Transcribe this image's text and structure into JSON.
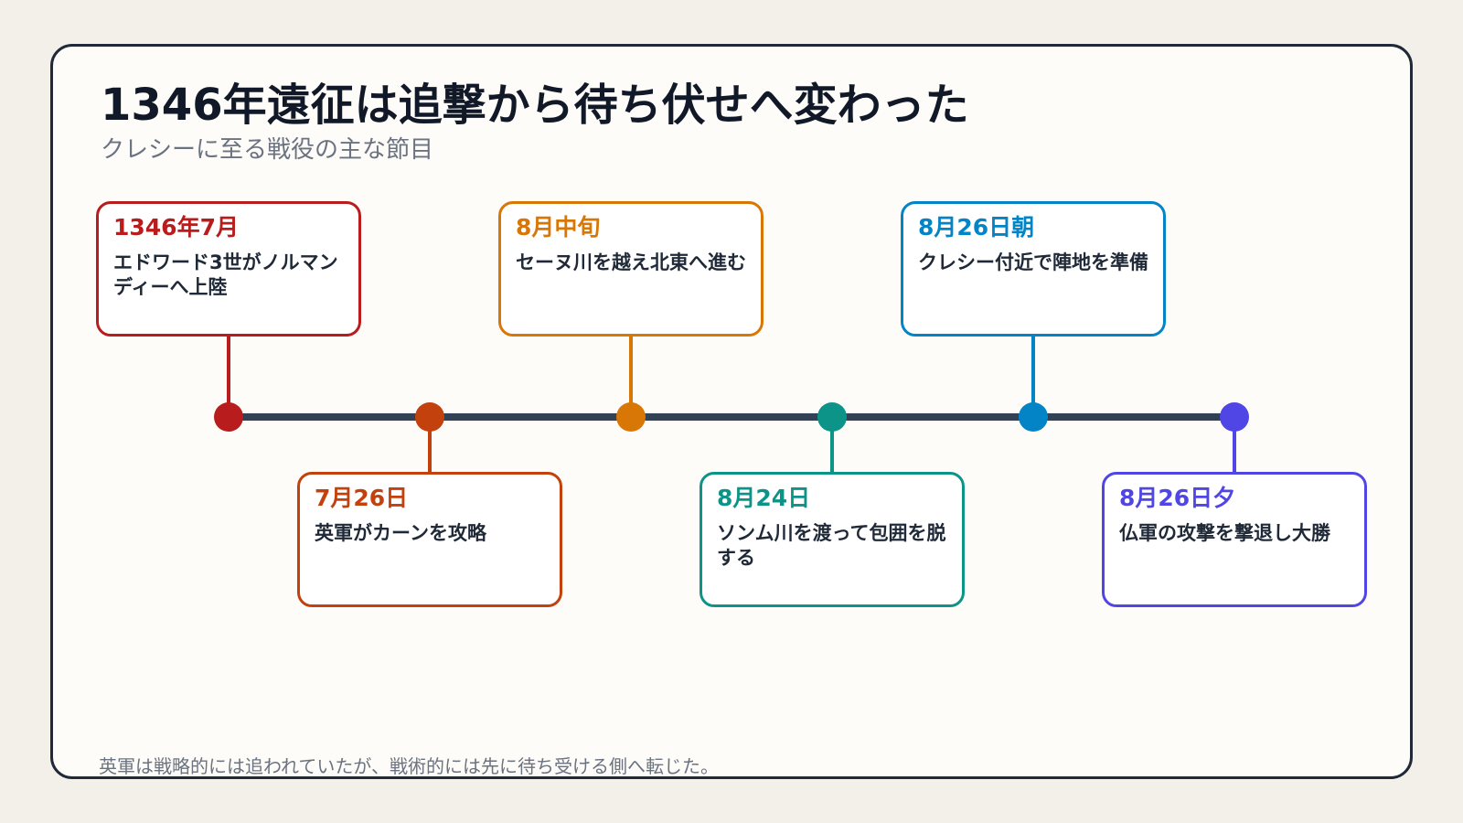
{
  "title": "1346年遠征は追撃から待ち伏せへ変わった",
  "subtitle": "クレシーに至る戦役の主な節目",
  "footnote": "英軍は戦略的には追われていたが、戦術的には先に待ち受ける側へ転じた。",
  "events": [
    {
      "date": "1346年7月",
      "text": "エドワード3世がノルマンディーへ上陸",
      "color": "#b91c1c",
      "side": "above"
    },
    {
      "date": "7月26日",
      "text": "英軍がカーンを攻略",
      "color": "#c2410c",
      "side": "below"
    },
    {
      "date": "8月中旬",
      "text": "セーヌ川を越え北東へ進む",
      "color": "#d97706",
      "side": "above"
    },
    {
      "date": "8月24日",
      "text": "ソンム川を渡って包囲を脱する",
      "color": "#0d9488",
      "side": "below"
    },
    {
      "date": "8月26日朝",
      "text": "クレシー付近で陣地を準備",
      "color": "#0284c7",
      "side": "above"
    },
    {
      "date": "8月26日夕",
      "text": "仏軍の攻撃を撃退し大勝",
      "color": "#4f46e5",
      "side": "below"
    }
  ]
}
